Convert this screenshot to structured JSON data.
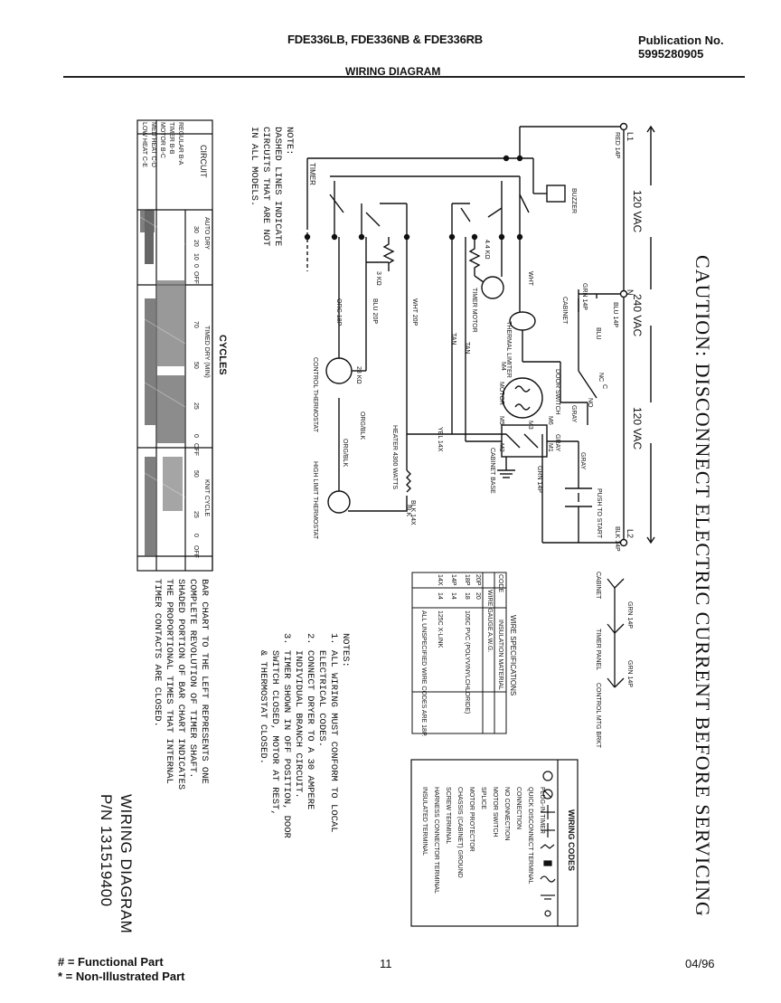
{
  "header": {
    "models": "FDE336LB, FDE336NB & FDE336RB",
    "publication_label": "Publication No.",
    "publication_number": "5995280905",
    "title": "WIRING DIAGRAM"
  },
  "caution": "CAUTION: DISCONNECT ELECTRIC CURRENT BEFORE SERVICING",
  "voltages": {
    "left": "120 VAC",
    "center": "240 VAC",
    "right": "120 VAC"
  },
  "supply_terminals": {
    "l1": "L1",
    "l1_wire": "RED 14P",
    "n": "N",
    "n_wire": "BLU 14P",
    "l2": "L2",
    "l2_wire": "BLK 14P"
  },
  "components": {
    "buzzer": "BUZZER",
    "timer": "TIMER",
    "timer_motor": "TIMER MOTOR",
    "thermal_limiter": "THERMAL LIMITER",
    "motor": "MOTOR",
    "door_switch": "DOOR SWITCH",
    "push_to_start": "PUSH TO START",
    "control_thermostat": "CONTROL THERMOSTAT",
    "high_limit_thermostat": "HIGH LIMIT THERMOSTAT",
    "heater": "HEATER 4300 WATTS",
    "cabinet_base": "CABINET BASE",
    "cabinet": "CABINET",
    "resistor_44k": "4.4 KΩ",
    "resistor_3k": "3 KΩ",
    "resistor_28k": "28 KΩ"
  },
  "wire_labels": [
    "WHT",
    "GRN 14P",
    "BLU",
    "GRAY",
    "GRAY",
    "GRAY",
    "BLK",
    "TAN",
    "TAN",
    "YEL 14X",
    "BLK 14X",
    "ORG 18P",
    "BLU 20P",
    "WHT 20P",
    "ORG/BLK",
    "ORG/BLK",
    "NO",
    "NC",
    "C",
    "M4",
    "M5",
    "M6",
    "M1",
    "M2",
    "M3",
    "GRN 14P"
  ],
  "ground_labels": {
    "cabinet": "CABINET",
    "timer_panel": "TIMER PANEL",
    "control_mtg_bkt": "CONTROL MTG BRKT",
    "grn1": "GRN 14P",
    "grn2": "GRN 14P"
  },
  "dashed_note": "NOTE:\nDASHED LINES INDICATE\nCIRCUITS THAT ARE NOT\nIN ALL MODELS.",
  "cycle_chart": {
    "title": "CYCLES",
    "circuit_header": "CIRCUIT",
    "rows": [
      "REGULAR B-A",
      "TIMER B-B",
      "MOTOR B-C",
      "MED HEAT C-D",
      "LOW HEAT C-E"
    ],
    "groups": [
      "AUTO DRY",
      "TIMED DRY (MIN)",
      "KNIT CYCLE"
    ],
    "ticks": [
      "30",
      "20",
      "10",
      "0",
      "OFF",
      "70",
      "50",
      "25",
      "0",
      "OFF",
      "50",
      "25",
      "0",
      "OFF"
    ]
  },
  "bar_chart_note": "BAR CHART TO THE LEFT REPRESENTS ONE\nCOMPLETE REVOLUTION OF TIMER SHAFT.\nSHADED PORTION OF BAR CHART INDICATES\nTHE PROPORTIONAL TIMES THAT INTERNAL\nTIMER CONTACTS ARE CLOSED.",
  "notes": "NOTES:\n1. ALL WIRING MUST CONFORM TO LOCAL\n   ELECTRICAL CODES.\n2. CONNECT DRYER TO A 30 AMPERE\n   INDIVIDUAL BRANCH CIRCUIT.\n3. TIMER SHOWN IN OFF POSITION, DOOR\n   SWITCH CLOSED, MOTOR AT REST,\n   & THERMOSTAT CLOSED.",
  "wire_specs": {
    "title": "WIRE SPECIFICATIONS",
    "headers": [
      "CODE",
      "WIRE GAUGE A.W.G.",
      "INSULATION MATERIAL"
    ],
    "rows": [
      [
        "20P",
        "20",
        ""
      ],
      [
        "18P",
        "18",
        "105C PVC (POLYVINYLCHLORIDE)"
      ],
      [
        "14P",
        "14",
        ""
      ],
      [
        "14X",
        "14",
        "125C X-LINK"
      ],
      [
        "",
        "ALL UNSPECIFIED WIRE CODES ARE 18P.",
        ""
      ]
    ]
  },
  "wiring_codes": {
    "title": "WIRING CODES",
    "items": [
      "PLUG-IN TIMER",
      "QUICK DISCONNECT TERMINAL",
      "CONNECTION",
      "NO CONNECTION",
      "MOTOR SWITCH",
      "SPLICE",
      "MOTOR PROTECTOR",
      "CHASSIS (CABINET) GROUND",
      "SCREW TERMINAL",
      "HARNESS CONNECTOR TERMINAL",
      "INSULATED TERMINAL"
    ]
  },
  "part_number": {
    "line1": "WIRING DIAGRAM",
    "line2": "P/N 131519400"
  },
  "footer": {
    "functional": "# = Functional Part",
    "non_illustrated": "* = Non-Illustrated Part",
    "page": "11",
    "date": "04/96"
  }
}
